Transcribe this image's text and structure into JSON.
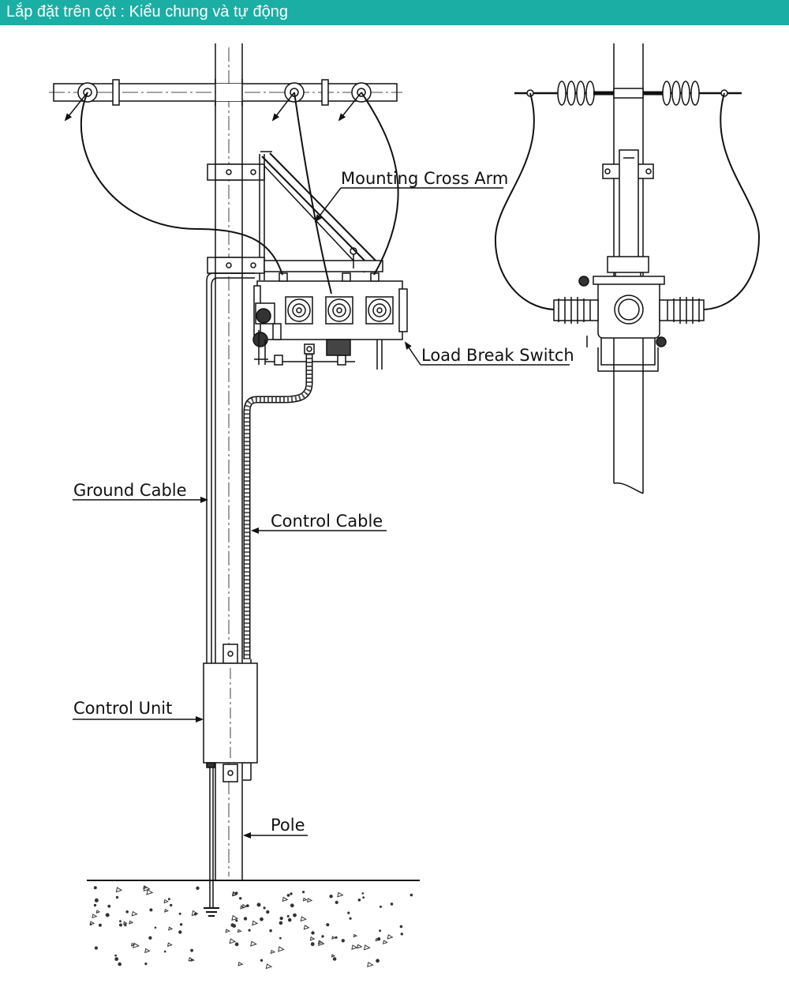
{
  "header": {
    "title": "Lắp đặt trên cột : Kiểu chung và tự động",
    "background": "#1aaea4",
    "text_color": "#ffffff"
  },
  "labels": {
    "mounting_cross_arm": "Mounting Cross Arm",
    "load_break_switch": "Load Break Switch",
    "ground_cable": "Ground Cable",
    "control_cable": "Control Cable",
    "control_unit": "Control Unit",
    "pole": "Pole"
  },
  "colors": {
    "line": "#111111",
    "hatch": "#555555"
  }
}
